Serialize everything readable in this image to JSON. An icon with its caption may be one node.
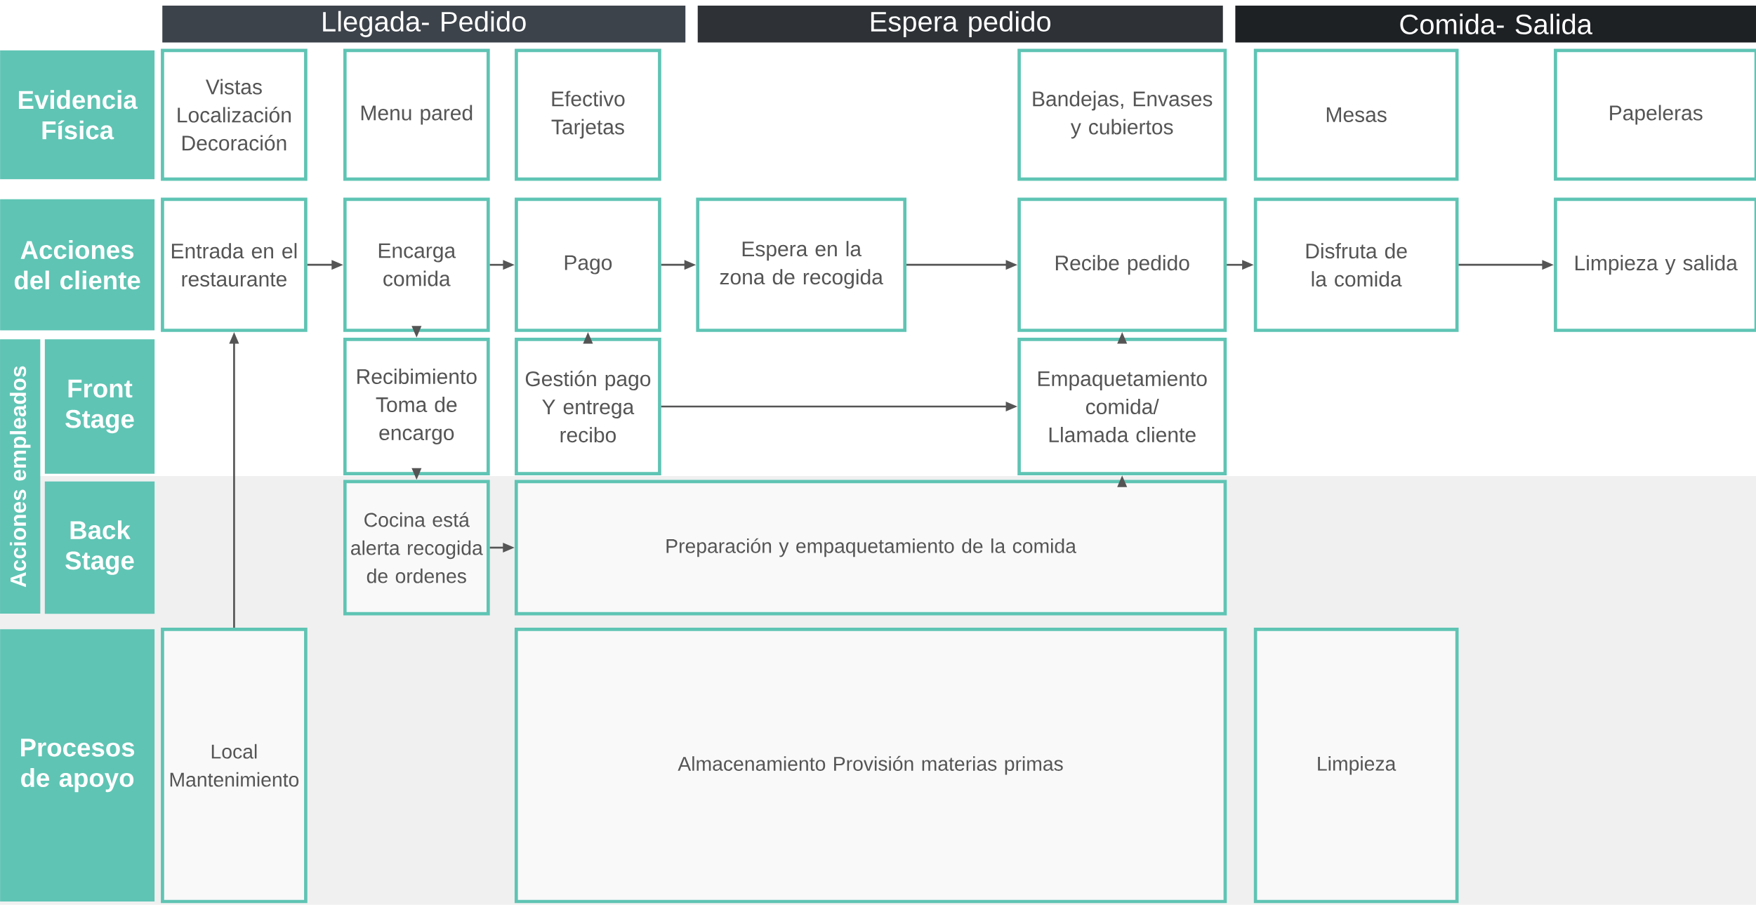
{
  "diagram": {
    "nodes": [
      {
        "text": [
          "Llegada- Pedido"
        ]
      },
      {
        "text": [
          "Espera pedido"
        ]
      },
      {
        "text": [
          "Comida- Salida"
        ]
      },
      {
        "text": [
          "Evidencia Física"
        ]
      },
      {
        "text": [
          "Vistas Localización Decoración"
        ]
      },
      {
        "text": [
          "Menu pared"
        ]
      },
      {
        "text": [
          "Efectivo Tarjetas"
        ]
      },
      {
        "text": [
          "Bandejas, Envases y cubiertos"
        ]
      },
      {
        "text": [
          "Mesas"
        ]
      },
      {
        "text": [
          "Papeleras"
        ]
      },
      {
        "text": [
          "Acciones del cliente"
        ]
      },
      {
        "text": [
          "Entrada en el restaurante"
        ]
      },
      {
        "text": [
          "Encarga comida"
        ]
      },
      {
        "text": [
          "Pago"
        ]
      },
      {
        "text": [
          "Espera en la zona de recogida"
        ]
      },
      {
        "text": [
          "Recibe pedido"
        ]
      },
      {
        "text": [
          "Disfruta de la comida"
        ]
      },
      {
        "text": [
          "Limpieza y salida"
        ]
      },
      {
        "text": [
          "Acciones empleados"
        ]
      },
      {
        "text": [
          "Front Stage"
        ]
      },
      {
        "text": [
          "Recibimiento Toma de encargo"
        ]
      },
      {
        "text": [
          "Gestión pago Y entrega recibo"
        ]
      },
      {
        "text": [
          "Empaquetamiento comida/ Llamada cliente"
        ]
      },
      {
        "text": [
          "Back Stage"
        ]
      },
      {
        "text": [
          "Cocina está alerta recogida de ordenes"
        ]
      },
      {
        "text": [
          "Preparación y empaquetamiento de la comida"
        ]
      },
      {
        "text": [
          "Procesos de apoyo"
        ]
      },
      {
        "text": [
          "Local Mantenimiento"
        ]
      },
      {
        "text": [
          "Almacenamiento Provisión materias primas"
        ]
      },
      {
        "text": [
          "Limpieza"
        ]
      }
    ],
    "edges": [
      {
        "from": 11,
        "to": 12,
        "arrow": "to"
      },
      {
        "from": 12,
        "to": 13,
        "arrow": "to"
      },
      {
        "from": 13,
        "to": 14,
        "arrow": "to"
      },
      {
        "from": 14,
        "to": 15,
        "arrow": "to"
      },
      {
        "from": 15,
        "to": 16,
        "arrow": "to"
      },
      {
        "from": 16,
        "to": 17,
        "arrow": "to"
      },
      {
        "from": 12,
        "to": 20,
        "arrow": "to"
      },
      {
        "from": 20,
        "to": 24,
        "arrow": "to"
      },
      {
        "from": 24,
        "to": 25,
        "arrow": "to"
      },
      {
        "from": 21,
        "to": 13,
        "arrow": "to"
      },
      {
        "from": 21,
        "to": 22,
        "arrow": "to"
      },
      {
        "from": 25,
        "to": 22,
        "arrow": "to"
      },
      {
        "from": 22,
        "to": 15,
        "arrow": "to"
      },
      {
        "from": 27,
        "to": 11,
        "arrow": "to"
      }
    ]
  }
}
